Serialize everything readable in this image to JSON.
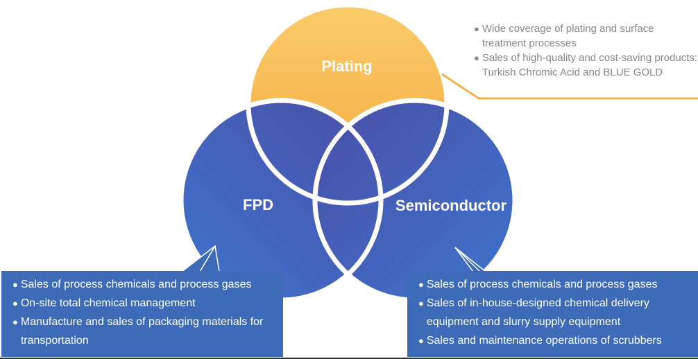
{
  "icons": {
    "bullet": "●"
  },
  "colors": {
    "plating_top": "#FACC6B",
    "plating_bottom": "#F5A83B",
    "blue_bright": "#3E74CC",
    "blue_deep": "#4A4FA8",
    "box_background": "#3D6BB8",
    "circle_outline": "#FFFFFF",
    "circle_label": "#FFFFFF",
    "annotation_text": "#878787",
    "callout_line": "#F0B24E",
    "bottom_line": "#333333"
  },
  "venn": {
    "plating_label": "Plating",
    "fpd_label": "FPD",
    "semiconductor_label": "Semiconductor"
  },
  "plating_annotation": {
    "items": [
      "Wide coverage of plating and surface treatment processes",
      "Sales of high-quality and cost-saving products: Turkish Chromic Acid and BLUE GOLD"
    ]
  },
  "fpd_box": {
    "items": [
      "Sales of process chemicals and process gases",
      "On-site total chemical management",
      "Manufacture and sales of packaging materials for transportation"
    ]
  },
  "semiconductor_box": {
    "items": [
      "Sales of process chemicals and process gases",
      "Sales of in-house-designed chemical delivery equipment and slurry supply equipment",
      "Sales and maintenance operations of scrubbers"
    ]
  }
}
